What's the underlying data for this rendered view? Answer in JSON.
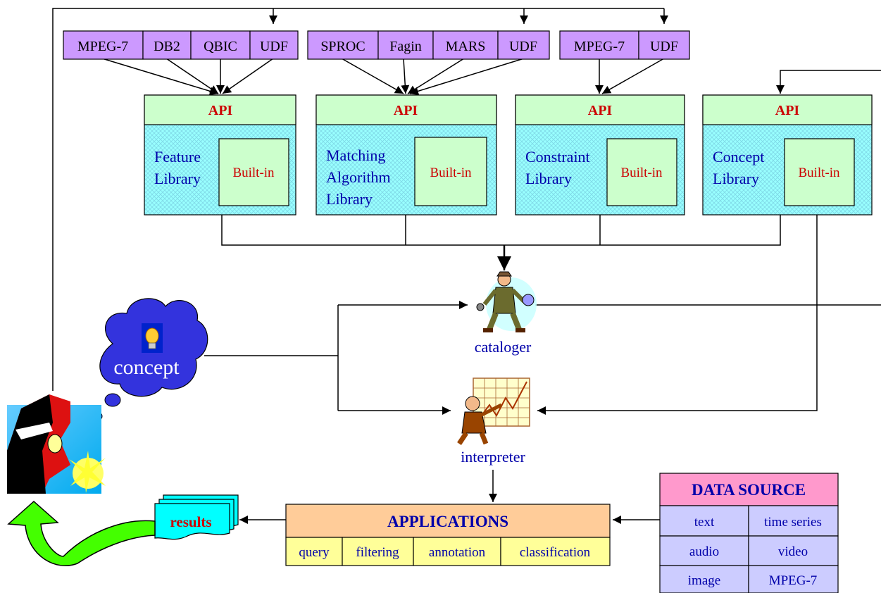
{
  "source_groups": [
    {
      "items": [
        "MPEG-7",
        "DB2",
        "QBIC",
        "UDF"
      ]
    },
    {
      "items": [
        "SPROC",
        "Fagin",
        "MARS",
        "UDF"
      ]
    },
    {
      "items": [
        "MPEG-7",
        "UDF"
      ]
    }
  ],
  "libraries": [
    {
      "api": "API",
      "name_lines": [
        "Feature",
        "Library"
      ],
      "builtin": "Built-in"
    },
    {
      "api": "API",
      "name_lines": [
        "Matching",
        "Algorithm",
        "Library"
      ],
      "builtin": "Built-in"
    },
    {
      "api": "API",
      "name_lines": [
        "Constraint",
        "Library"
      ],
      "builtin": "Built-in"
    },
    {
      "api": "API",
      "name_lines": [
        "Concept",
        "Library"
      ],
      "builtin": "Built-in"
    }
  ],
  "cataloger": {
    "label": "cataloger"
  },
  "interpreter": {
    "label": "interpreter"
  },
  "concept": {
    "label": "concept"
  },
  "results": {
    "label": "results"
  },
  "applications": {
    "title": "APPLICATIONS",
    "items": [
      "query",
      "filtering",
      "annotation",
      "classification"
    ]
  },
  "data_source": {
    "title": "DATA SOURCE",
    "cells": [
      [
        "text",
        "time series"
      ],
      [
        "audio",
        "video"
      ],
      [
        "image",
        "MPEG-7"
      ]
    ]
  },
  "colors": {
    "source_box": "#cc99ff",
    "api_box": "#ccffcc",
    "library_pattern": "#99ffff",
    "builtin_box": "#ccffcc",
    "app_title": "#ffcc99",
    "app_item": "#ffff99",
    "ds_title": "#ff99cc",
    "ds_cell": "#ccccff",
    "label_blue": "#0000aa",
    "label_red": "#cc0000",
    "cloud": "#3333dd",
    "arrow_green": "#44ff00"
  }
}
